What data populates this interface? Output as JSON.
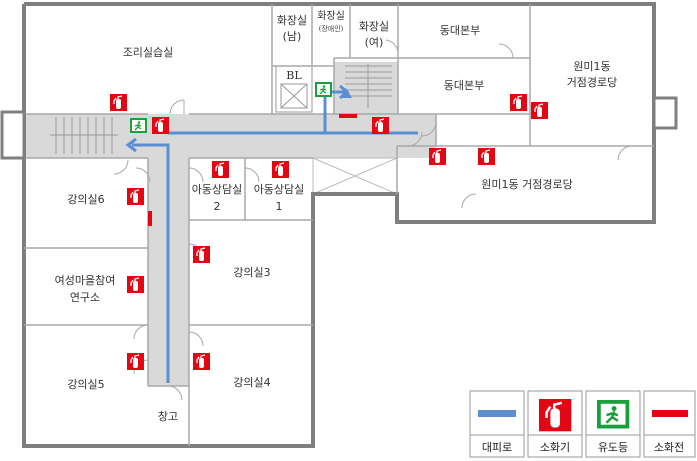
{
  "rooms": {
    "cooking": "조리실습실",
    "restroom_m": [
      "화장실",
      "(남)"
    ],
    "restroom_h": [
      "화장실",
      "(장애인)"
    ],
    "restroom_f": [
      "화장실",
      "(여)"
    ],
    "hq1": "동대본부",
    "hq2": "동대본부",
    "wonmi_a": [
      "원미1동",
      "거점경로당"
    ],
    "wonmi_b": "원미1동 거점경로당",
    "elevator": "BL",
    "lecture6": "강의실6",
    "child1": [
      "아동상담실",
      "2"
    ],
    "child2": [
      "아동상담실",
      "1"
    ],
    "lecture3": "강의실3",
    "women": [
      "여성마을참여",
      "연구소"
    ],
    "lecture5": "강의실5",
    "lecture4": "강의실4",
    "storage": "창고"
  },
  "legend": {
    "evacuation": "대피로",
    "extinguisher": "소화기",
    "exit_sign": "유도등",
    "hydrant": "소화전"
  },
  "colors": {
    "wall": "#7f7f7f",
    "corridor": "#d9d9d9",
    "route": "#5b8fd1",
    "extinguisher": "#e30613",
    "exit_green": "#19a03c",
    "hydrant": "#e30613"
  },
  "icons": [
    "fire-extinguisher-icon",
    "exit-sign-icon",
    "fire-hydrant-icon",
    "elevator-icon",
    "stairs-icon"
  ]
}
